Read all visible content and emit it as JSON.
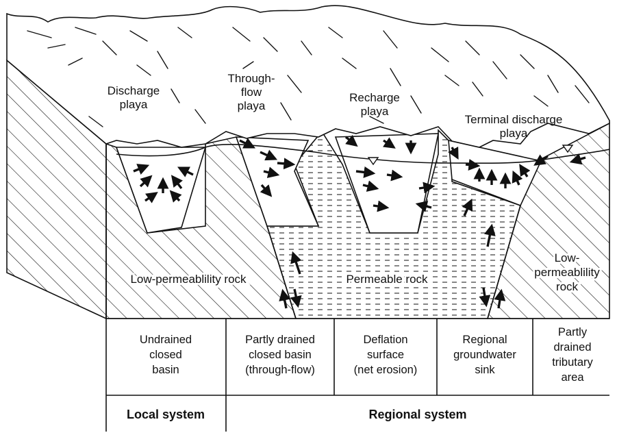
{
  "labels": {
    "discharge_playa": [
      "Discharge",
      "playa"
    ],
    "throughflow_playa": [
      "Through-",
      "flow",
      "playa"
    ],
    "recharge_playa": [
      "Recharge",
      "playa"
    ],
    "terminal_playa": [
      "Terminal discharge",
      "playa"
    ],
    "low_perm_left": "Low-permeablility rock",
    "permeable": "Permeable rock",
    "low_perm_right": [
      "Low-",
      "permeablility",
      "rock"
    ]
  },
  "columns": [
    [
      "Undrained",
      "closed",
      "basin"
    ],
    [
      "Partly drained",
      "closed basin",
      "(through-flow)"
    ],
    [
      "Deflation",
      "surface",
      "(net erosion)"
    ],
    [
      "Regional",
      "groundwater",
      "sink"
    ],
    [
      "Partly",
      "drained",
      "tributary",
      "area"
    ]
  ],
  "systems": {
    "local": "Local system",
    "regional": "Regional system"
  }
}
